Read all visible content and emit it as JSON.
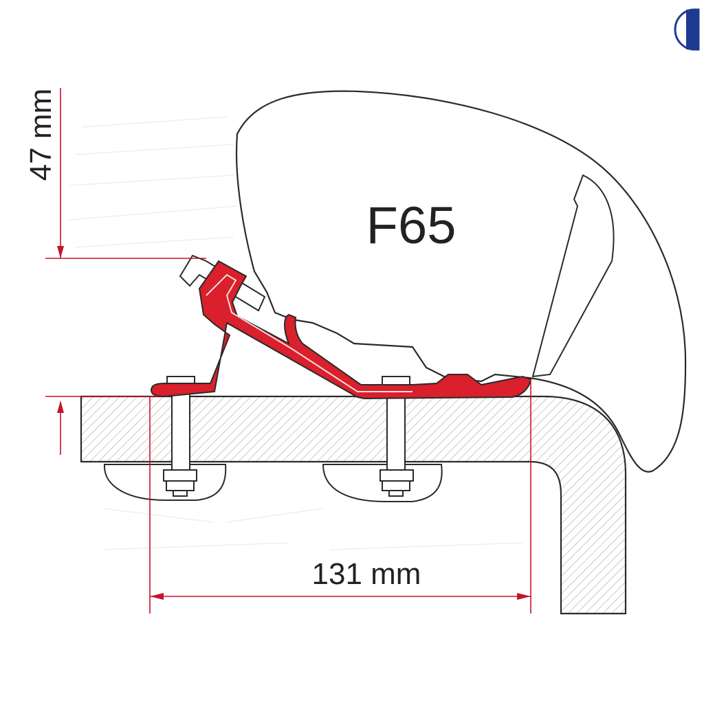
{
  "diagram": {
    "model_label": "F65",
    "height_dimension": "47 mm",
    "width_dimension": "131 mm"
  },
  "colors": {
    "bracket": "#d9202c",
    "dimension": "#c8102e",
    "outline": "#2a2a2a",
    "hatch": "#9a9a9a",
    "logo": "#1f3a93"
  }
}
